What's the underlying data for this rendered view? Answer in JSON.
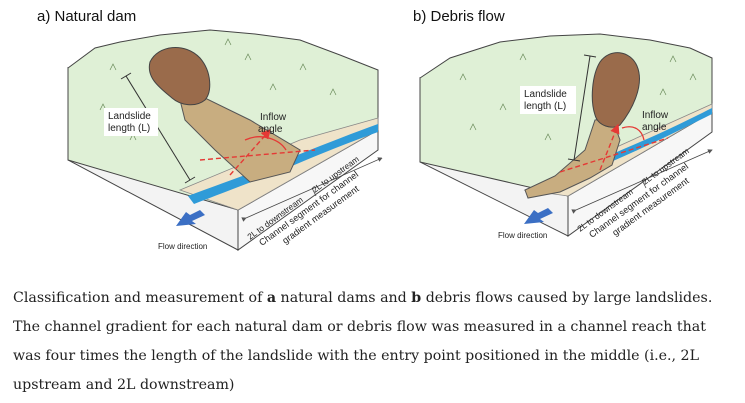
{
  "panels": [
    {
      "title": "a) Natural dam",
      "landslide_length": [
        "Landslide",
        "length (L)"
      ],
      "inflow_angle": [
        "Inflow",
        "angle"
      ],
      "flow_direction": "Flow direction",
      "to_downstream": "2L to downstream",
      "to_upstream": "2L to upstream",
      "segment_line1": "Channel segment for channel",
      "segment_line2": "gradient measurement"
    },
    {
      "title": "b) Debris flow",
      "landslide_length": [
        "Landslide",
        "length (L)"
      ],
      "inflow_angle": [
        "Inflow",
        "angle"
      ],
      "flow_direction": "Flow direction",
      "to_downstream": "2L to downstream",
      "to_upstream": "2L to upstream",
      "segment_line1": "Channel segment for channel",
      "segment_line2": "gradient measurement"
    }
  ],
  "caption": {
    "pre": "Classification and measurement of ",
    "label_a": "a",
    "mid": " natural dams and ",
    "label_b": "b",
    "post": " debris flows caused by large landslides. The channel gradient for each natural dam or debris flow was measured in a channel reach that was four times the length of the landslide with the entry point positioned in the middle (i.e., 2L upstream and 2L downstream)"
  },
  "colors": {
    "terrain": "#dff0d6",
    "terrain_side": "#f4f4f4",
    "landslide_scar": "#9a6b4b",
    "deposit": "#c8ad80",
    "river": "#2f9bd8",
    "floodplain": "#efe3c9",
    "measure_line": "#e53935",
    "flow_arrow": "#3b6fc4"
  }
}
